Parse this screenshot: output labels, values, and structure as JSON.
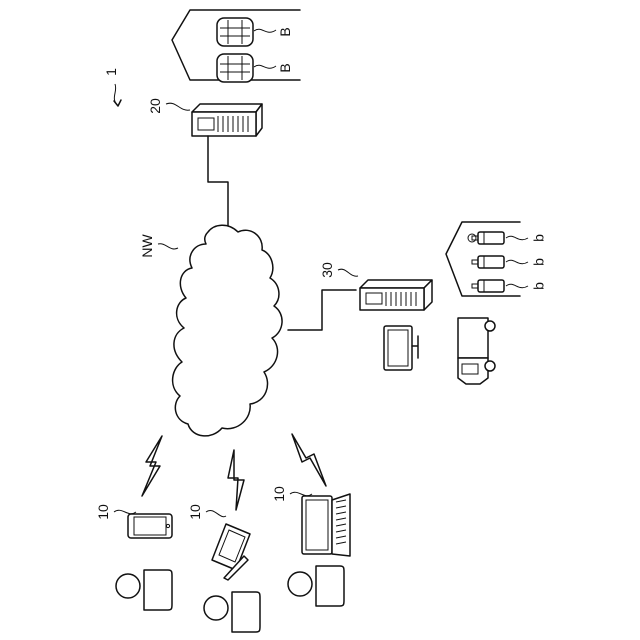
{
  "labels": {
    "system": "1",
    "central_server": "20",
    "branch_server": "30",
    "network": "NW",
    "terminal": "10",
    "bulk_item": "B",
    "small_item": "b"
  }
}
